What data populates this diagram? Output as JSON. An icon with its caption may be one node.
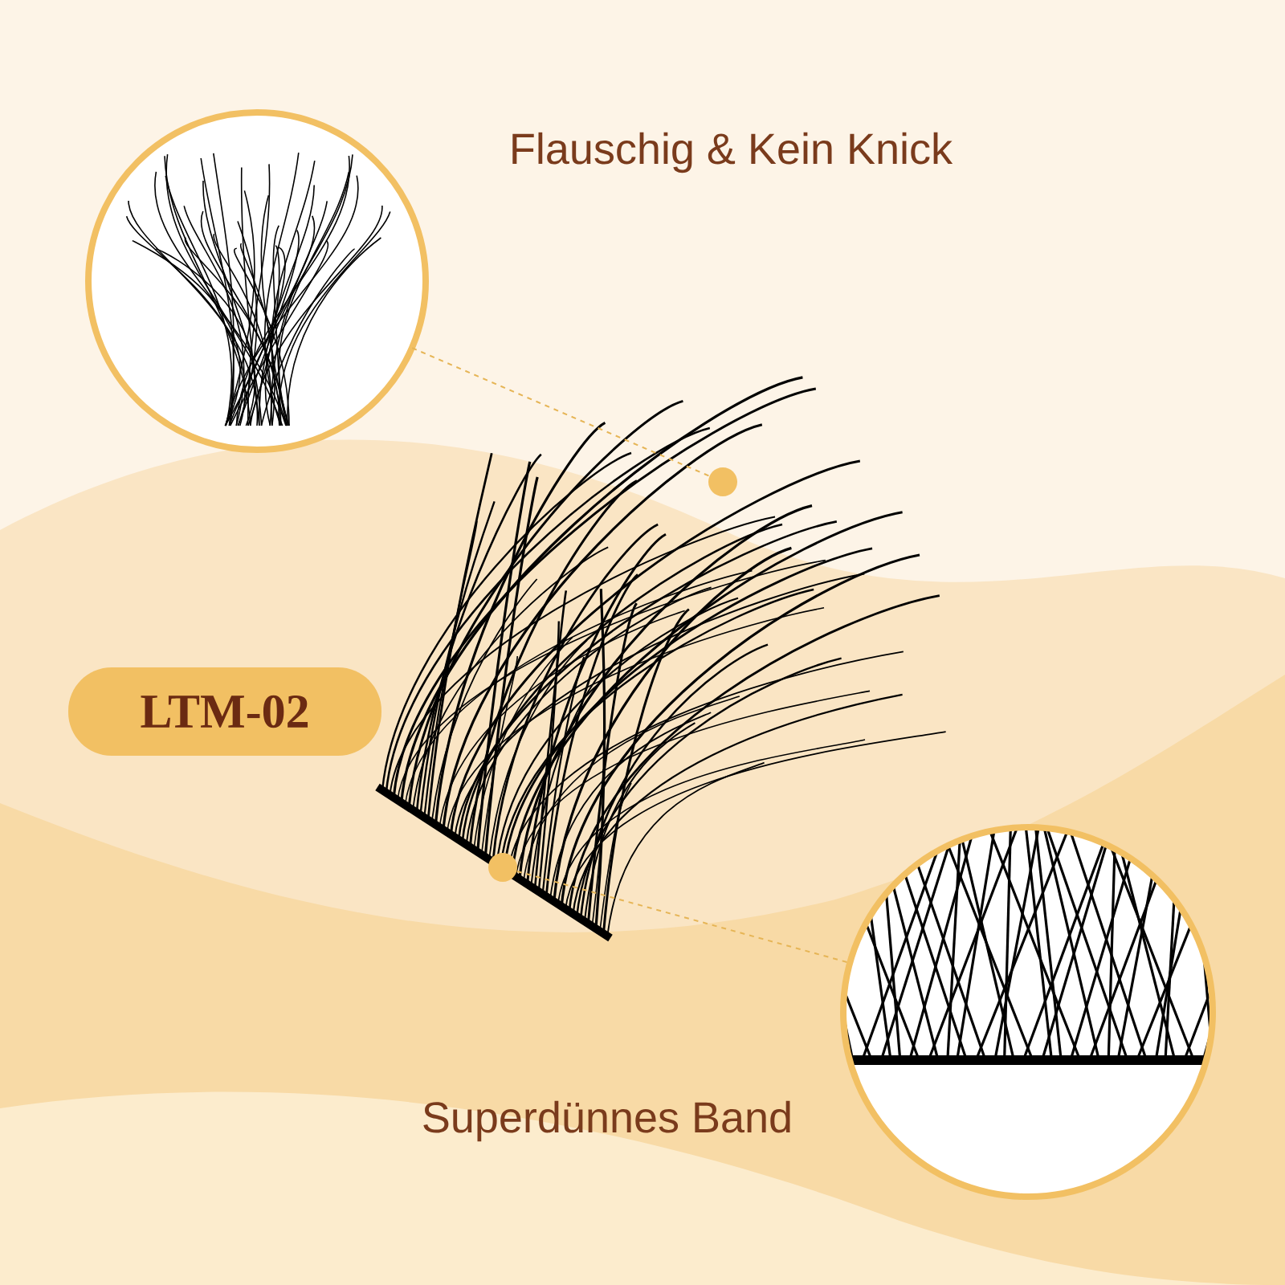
{
  "diagram": {
    "nodes": [
      {
        "text": [],
        "shape": "picture"
      },
      {
        "text": [],
        "shape": "circle"
      },
      {
        "text": [],
        "shape": "picture"
      },
      {
        "text": [],
        "shape": "circle"
      },
      {
        "text": [
          "LTM-02"
        ]
      }
    ],
    "edges": [
      {
        "from": 0,
        "to": 1,
        "arrow": "none",
        "style": "dashed"
      },
      {
        "from": 3,
        "to": 2,
        "arrow": "none",
        "style": "dashed"
      }
    ],
    "labels": [
      "Flauschig & Kein Knick",
      "Superdünnes Band"
    ]
  }
}
